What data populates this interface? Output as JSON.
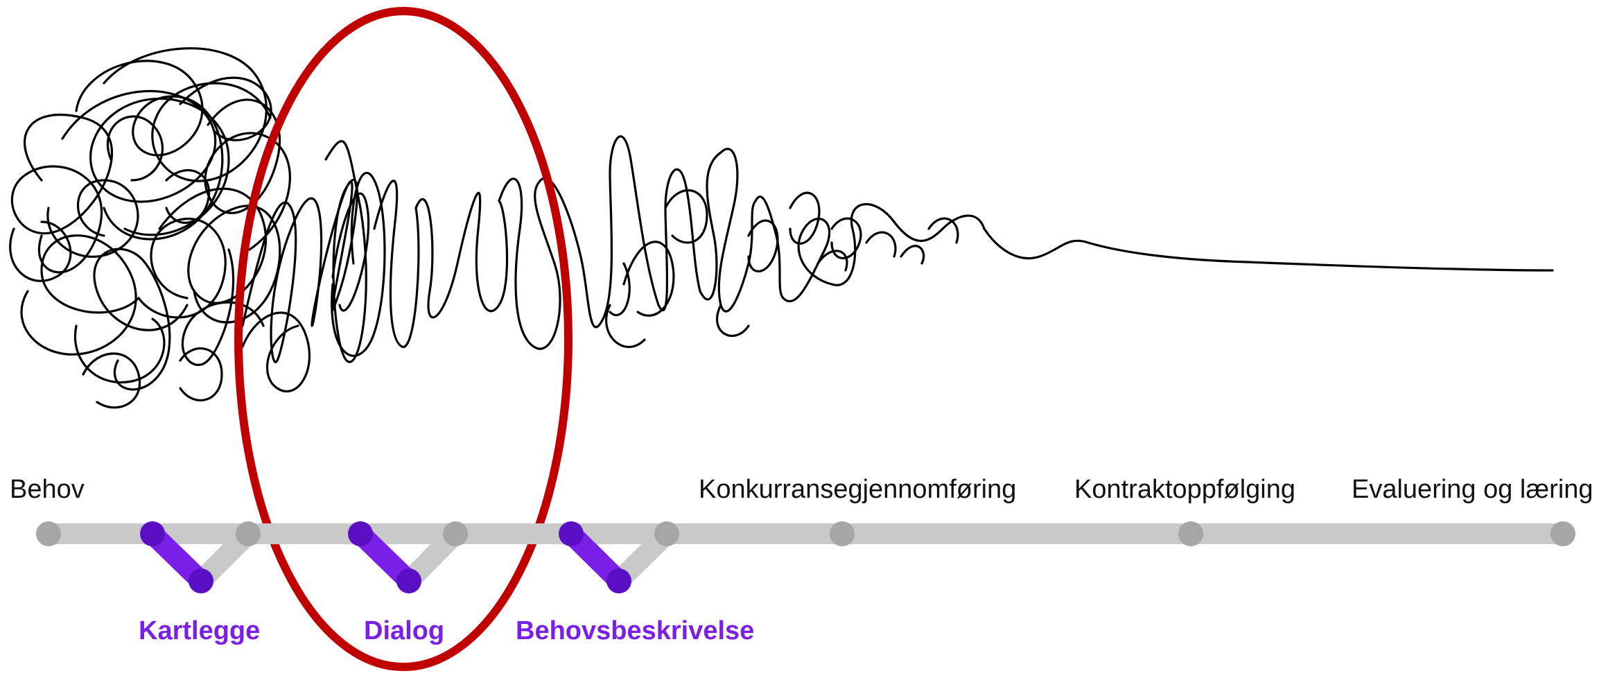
{
  "colors": {
    "background": "#ffffff",
    "track": "#c9c9c9",
    "node": "#a6a6a6",
    "accent_purple": "#7a1fe8",
    "accent_purple_dark": "#5b0fc4",
    "highlight_red": "#c00000",
    "scribble": "#000000"
  },
  "stages_top": [
    "Behov",
    "Konkurransegjennomføring",
    "Kontraktoppfølging",
    "Evaluering og læring"
  ],
  "stages_bottom": [
    "Kartlegge",
    "Dialog",
    "Behovsbeskrivelse"
  ],
  "highlighted_stage": "Dialog",
  "icons": {
    "scribble": "tangled-line-icon",
    "highlight": "red-ellipse-highlight"
  }
}
